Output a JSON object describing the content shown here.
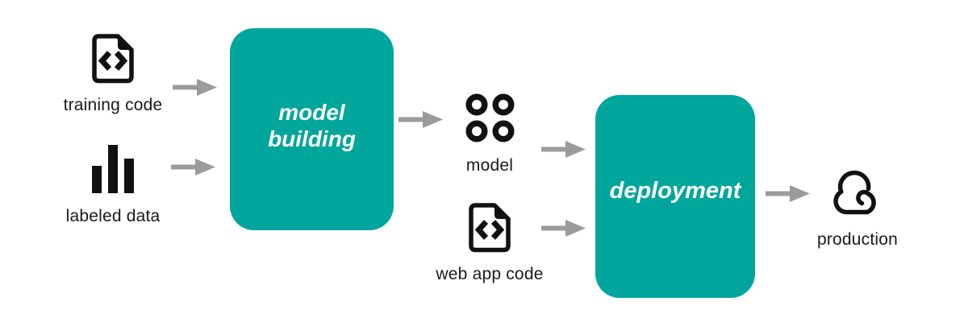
{
  "colors": {
    "box_teal": "#00A69B",
    "arrow_gray": "#9B9B9B",
    "icon_black": "#111111",
    "label_text": "#1a1a1a",
    "box_text": "#ffffff",
    "background": "#ffffff"
  },
  "flow": {
    "inputs_left": [
      {
        "label": "training code",
        "icon": "code-file-icon"
      },
      {
        "label": "labeled data",
        "icon": "bar-chart-icon"
      }
    ],
    "stage1": {
      "label": "model\nbuilding"
    },
    "middle": [
      {
        "label": "model",
        "icon": "model-nodes-icon"
      },
      {
        "label": "web app code",
        "icon": "code-file-icon"
      }
    ],
    "stage2": {
      "label": "deployment"
    },
    "output": {
      "label": "production",
      "icon": "cloud-icon"
    }
  }
}
